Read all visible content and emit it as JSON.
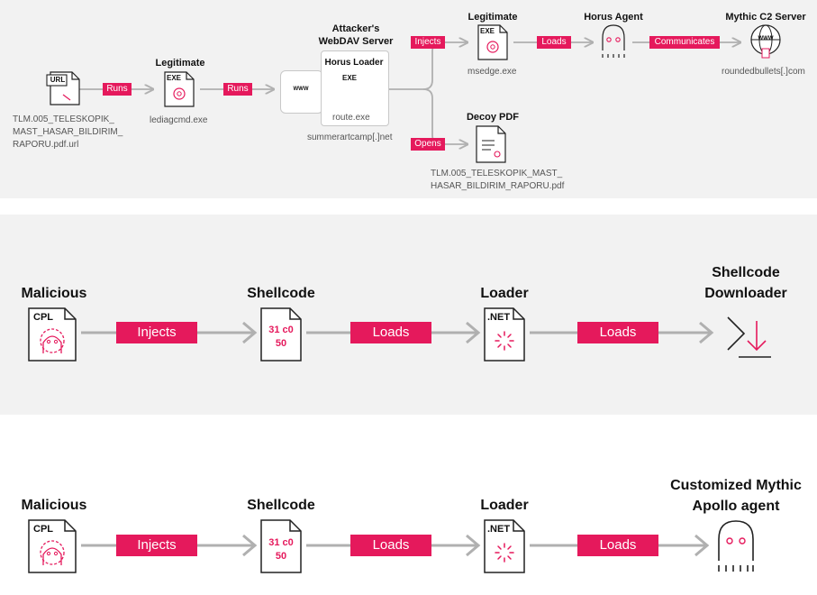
{
  "colors": {
    "accent": "#e5195c",
    "arrow": "#b0b0b0",
    "panel": "#f2f2f2"
  },
  "panel1": {
    "url_file": {
      "badge": "URL",
      "name": [
        "TLM.005_TELESKOPIK_",
        "MAST_HASAR_BILDIRIM_",
        "RAPORU.pdf.url"
      ]
    },
    "runs1": "Runs",
    "legit1": {
      "title": "Legitimate",
      "badge": "EXE",
      "name": "lediagcmd.exe"
    },
    "runs2": "Runs",
    "webdav": {
      "title": [
        "Attacker's",
        "WebDAV Server"
      ],
      "globe_label": "WWW",
      "domain": "summerartcamp[.]net"
    },
    "horus_loader": {
      "title": "Horus Loader",
      "badge": "EXE",
      "name": "route.exe"
    },
    "injects": "Injects",
    "opens": "Opens",
    "legit2": {
      "title": "Legitimate",
      "badge": "EXE",
      "name": "msedge.exe"
    },
    "loads": "Loads",
    "horus_agent": {
      "title": "Horus Agent"
    },
    "communicates": "Communicates",
    "c2": {
      "title": "Mythic C2 Server",
      "globe_label": "WWW",
      "domain": "roundedbullets[.]com"
    },
    "decoy": {
      "title": "Decoy PDF",
      "name": [
        "TLM.005_TELESKOPIK_MAST_",
        "HASAR_BILDIRIM_RAPORU.pdf"
      ]
    }
  },
  "panel2": {
    "malicious": {
      "title": "Malicious",
      "badge": "CPL"
    },
    "injects": "Injects",
    "shellcode": {
      "title": "Shellcode",
      "line1": "31 c0",
      "line2": "50"
    },
    "loads1": "Loads",
    "loader": {
      "title": "Loader",
      "badge": ".NET"
    },
    "loads2": "Loads",
    "downloader": {
      "title": [
        "Shellcode",
        "Downloader"
      ]
    }
  },
  "panel3": {
    "malicious": {
      "title": "Malicious",
      "badge": "CPL"
    },
    "injects": "Injects",
    "shellcode": {
      "title": "Shellcode",
      "line1": "31 c0",
      "line2": "50"
    },
    "loads1": "Loads",
    "loader": {
      "title": "Loader",
      "badge": ".NET"
    },
    "loads2": "Loads",
    "apollo": {
      "title": [
        "Customized Mythic",
        "Apollo agent"
      ]
    }
  }
}
